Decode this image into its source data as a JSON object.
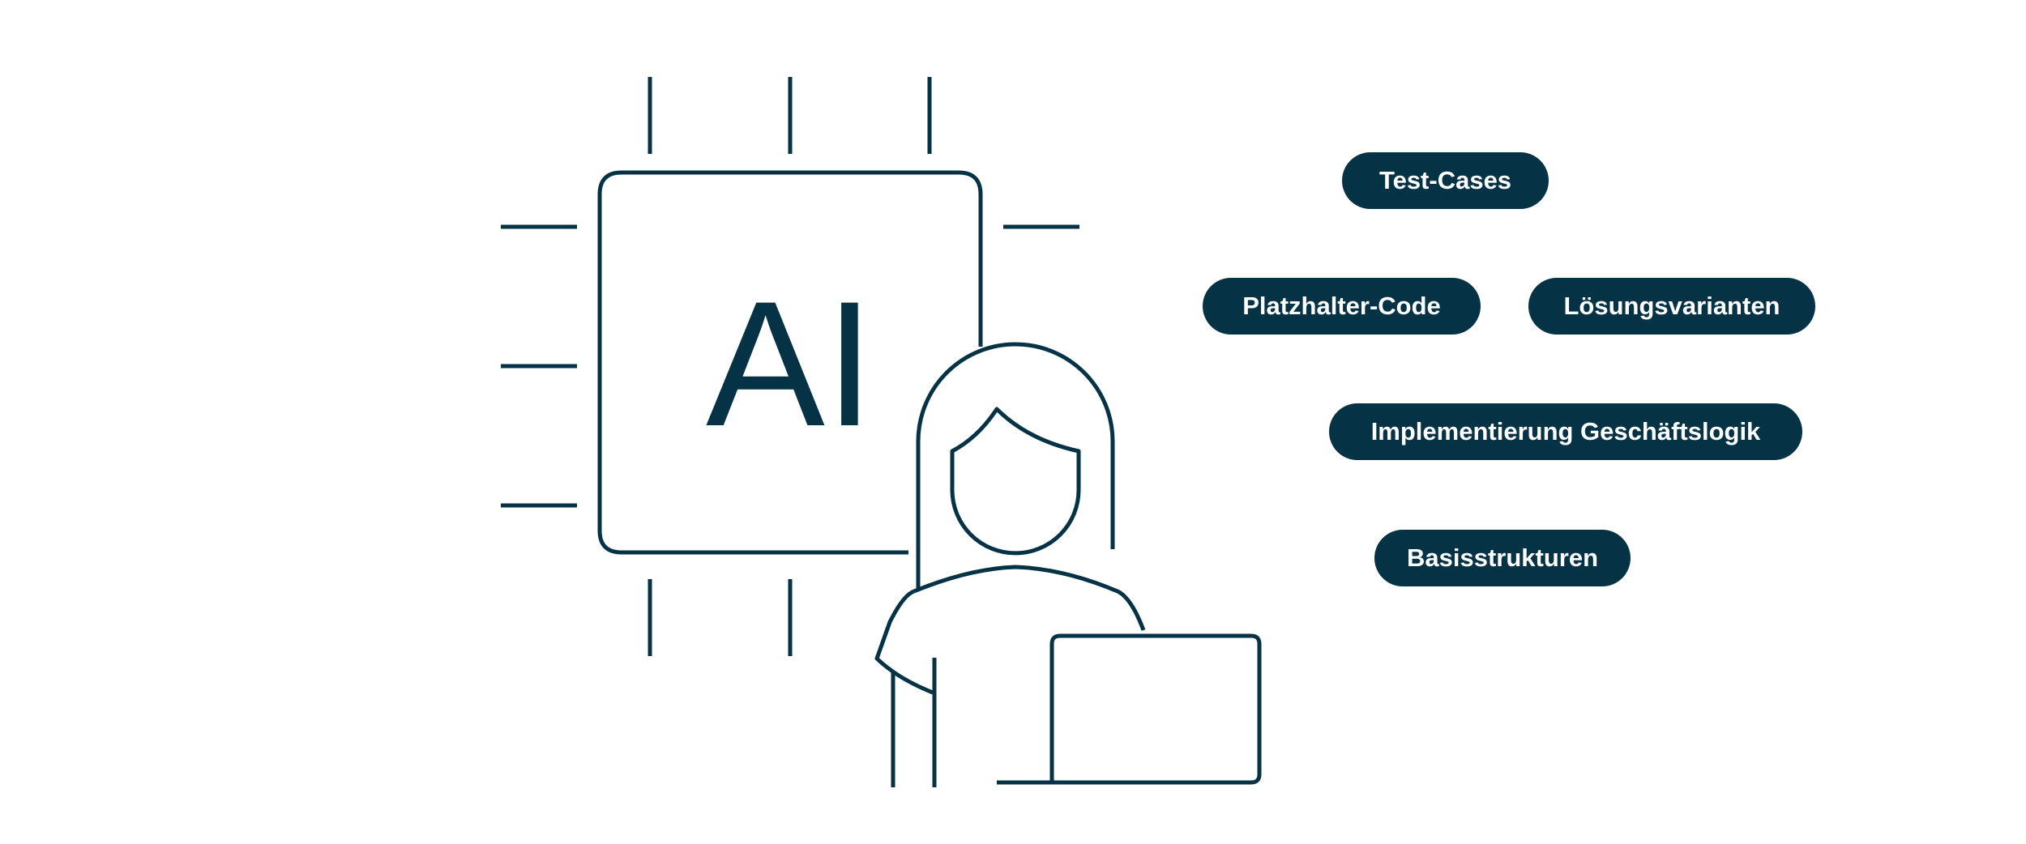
{
  "chip": {
    "label": "AI"
  },
  "pills": {
    "test_cases": "Test-Cases",
    "platzhalter_code": "Platzhalter-Code",
    "loesungsvarianten": "Lösungsvarianten",
    "implementierung": "Implementierung Geschäftslogik",
    "basisstrukturen": "Basisstrukturen"
  },
  "colors": {
    "primary": "#053345",
    "background": "#ffffff",
    "pill_text": "#ffffff"
  }
}
